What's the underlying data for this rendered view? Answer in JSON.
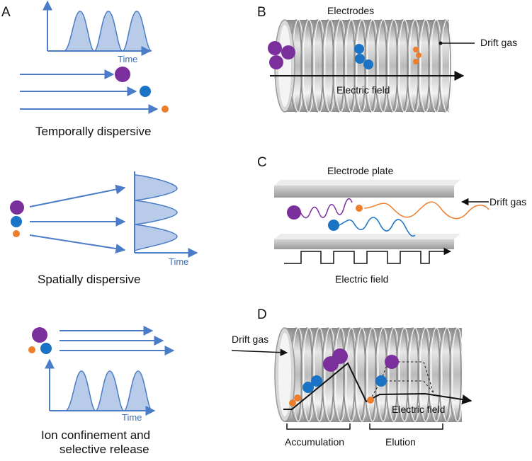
{
  "panels": {
    "a": "A",
    "b": "B",
    "c": "C",
    "d": "D"
  },
  "panel_a": {
    "time_label_1": "Time",
    "time_label_2": "Time",
    "time_label_3": "Time",
    "caption_1": "Temporally dispersive",
    "caption_2": "Spatially dispersive",
    "caption_3_line1": "Ion confinement and",
    "caption_3_line2": "selective release"
  },
  "panel_b": {
    "electrodes": "Electrodes",
    "drift_gas": "Drift gas",
    "electric_field": "Electric field"
  },
  "panel_c": {
    "electrode_plate": "Electrode plate",
    "drift_gas": "Drift gas",
    "electric_field": "Electric field"
  },
  "panel_d": {
    "drift_gas": "Drift gas",
    "electric_field": "Electric field",
    "accumulation": "Accumulation",
    "elution": "Elution"
  },
  "colors": {
    "purple": "#7b2f9c",
    "blue": "#1a73c4",
    "orange": "#ee7d2c",
    "axis_blue": "#4a7cc7",
    "peak_fill": "#b8cbe8"
  }
}
